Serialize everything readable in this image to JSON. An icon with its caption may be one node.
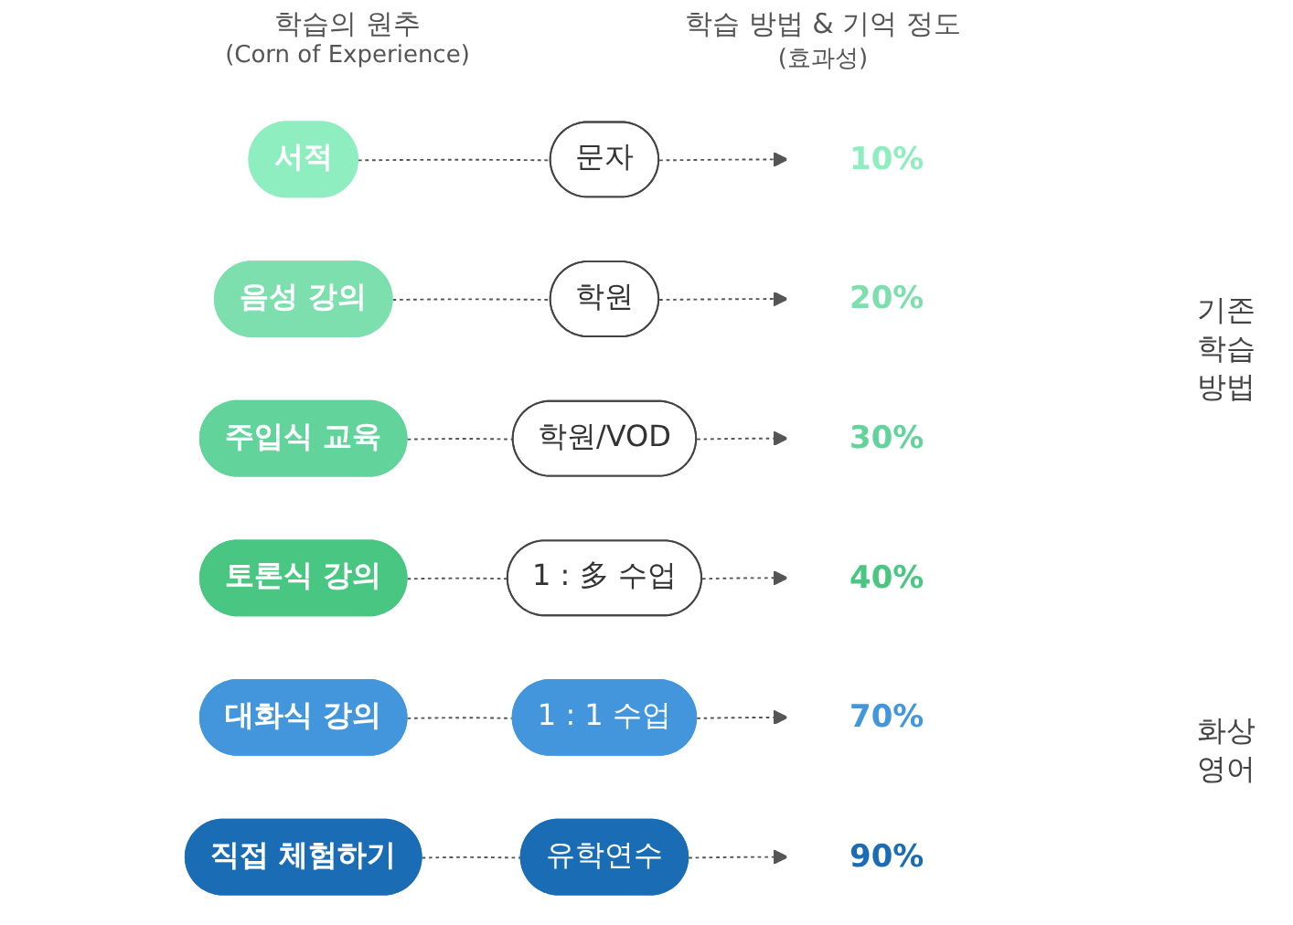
{
  "diagram": {
    "nodes": [
      {
        "text": [
          "서적"
        ]
      },
      {
        "text": [
          "문자"
        ]
      },
      {
        "text": [
          "10%"
        ]
      },
      {
        "text": [
          "음성 강의"
        ]
      },
      {
        "text": [
          "학원"
        ]
      },
      {
        "text": [
          "20%"
        ]
      },
      {
        "text": [
          "주입식 교육"
        ]
      },
      {
        "text": [
          "학원/VOD"
        ]
      },
      {
        "text": [
          "30%"
        ]
      },
      {
        "text": [
          "토론식 강의"
        ]
      },
      {
        "text": [
          "1 : 多 수업"
        ]
      },
      {
        "text": [
          "40%"
        ]
      },
      {
        "text": [
          "대화식 강의"
        ]
      },
      {
        "text": [
          "1 : 1 수업"
        ]
      },
      {
        "text": [
          "70%"
        ]
      },
      {
        "text": [
          "직접 체험하기"
        ]
      },
      {
        "text": [
          "유학연수"
        ]
      },
      {
        "text": [
          "90%"
        ]
      }
    ],
    "edges": [
      {
        "from": 0,
        "to": 1,
        "arrow": "none",
        "style": "dashed"
      },
      {
        "from": 1,
        "to": 2,
        "arrow": "to",
        "style": "dashed"
      },
      {
        "from": 3,
        "to": 4,
        "arrow": "none",
        "style": "dashed"
      },
      {
        "from": 4,
        "to": 5,
        "arrow": "to",
        "style": "dashed"
      },
      {
        "from": 6,
        "to": 7,
        "arrow": "none",
        "style": "dashed"
      },
      {
        "from": 7,
        "to": 8,
        "arrow": "to",
        "style": "dashed"
      },
      {
        "from": 9,
        "to": 10,
        "arrow": "none",
        "style": "dashed"
      },
      {
        "from": 10,
        "to": 11,
        "arrow": "to",
        "style": "dashed"
      },
      {
        "from": 12,
        "to": 13,
        "arrow": "none",
        "style": "dashed"
      },
      {
        "from": 13,
        "to": 14,
        "arrow": "to",
        "style": "dashed"
      },
      {
        "from": 15,
        "to": 16,
        "arrow": "none",
        "style": "dashed"
      },
      {
        "from": 16,
        "to": 17,
        "arrow": "to",
        "style": "dashed"
      }
    ],
    "labels": [
      "학습의 원추",
      "(Corn of Experience)",
      "학습 방법 & 기억 정도",
      "(효과성)",
      "기존 학습 방법",
      "화상 영어"
    ]
  }
}
